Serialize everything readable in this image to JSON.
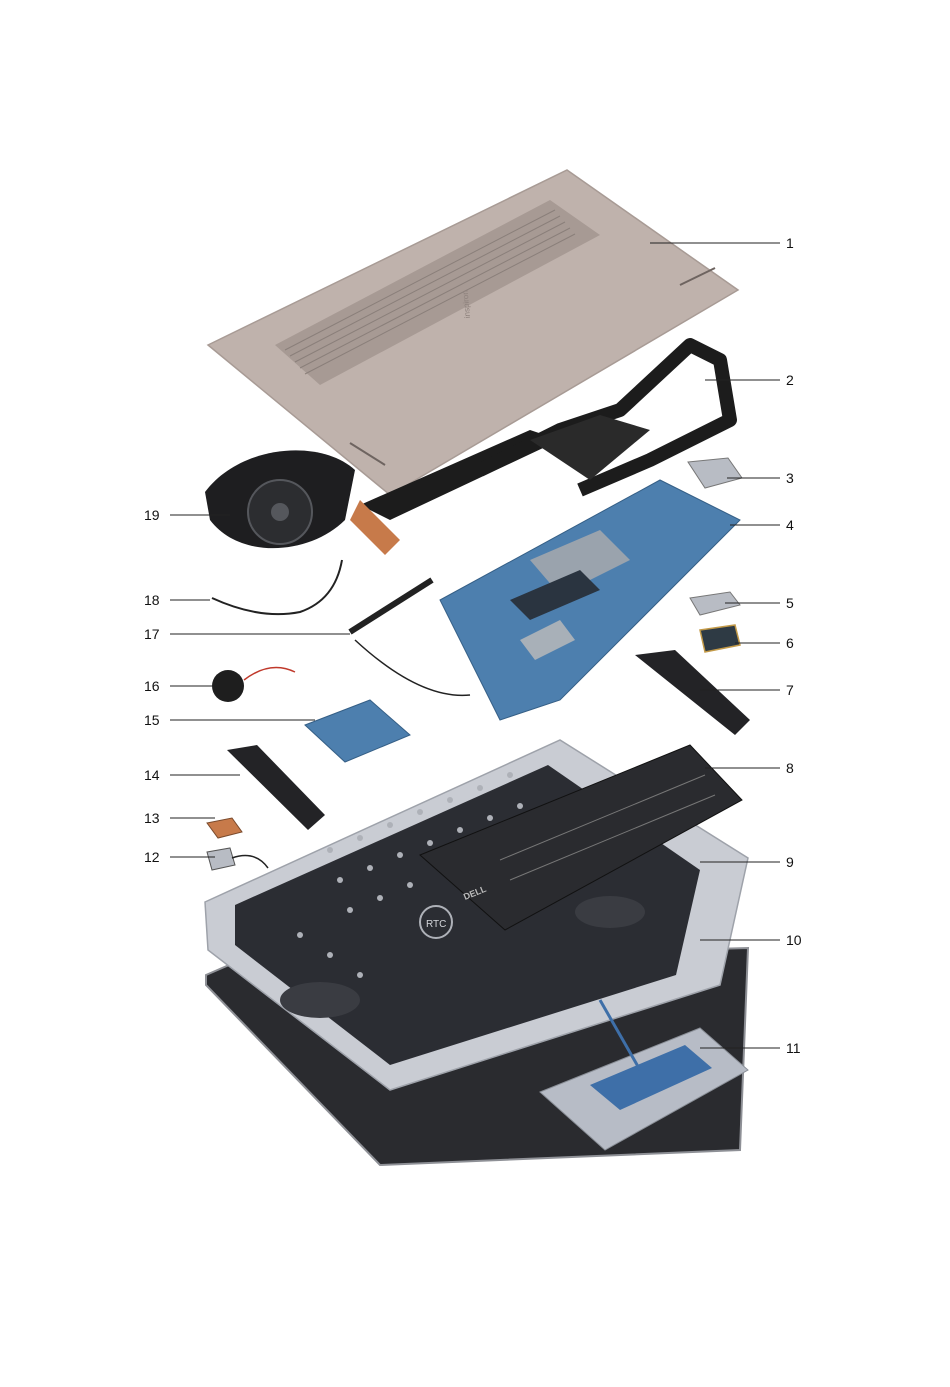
{
  "callouts": [
    {
      "id": "1",
      "label": "1"
    },
    {
      "id": "2",
      "label": "2"
    },
    {
      "id": "3",
      "label": "3"
    },
    {
      "id": "4",
      "label": "4"
    },
    {
      "id": "5",
      "label": "5"
    },
    {
      "id": "6",
      "label": "6"
    },
    {
      "id": "7",
      "label": "7"
    },
    {
      "id": "8",
      "label": "8"
    },
    {
      "id": "9",
      "label": "9"
    },
    {
      "id": "10",
      "label": "10"
    },
    {
      "id": "11",
      "label": "11"
    },
    {
      "id": "12",
      "label": "12"
    },
    {
      "id": "13",
      "label": "13"
    },
    {
      "id": "14",
      "label": "14"
    },
    {
      "id": "15",
      "label": "15"
    },
    {
      "id": "16",
      "label": "16"
    },
    {
      "id": "17",
      "label": "17"
    },
    {
      "id": "18",
      "label": "18"
    },
    {
      "id": "19",
      "label": "19"
    }
  ],
  "printed_text": {
    "cover_brand": "inspiron",
    "battery_brand": "DELL",
    "rtc_label": "RTC"
  },
  "colors": {
    "base_cover": "#bfb2ac",
    "palmrest": "#c9ccd3",
    "keyboard_plate": "#2b2d33",
    "display_panel": "#2a2b2f",
    "system_board": "#4d7fae",
    "heatsink": "#1c1c1c",
    "touchpad_bracket": "#b7bcc6"
  }
}
